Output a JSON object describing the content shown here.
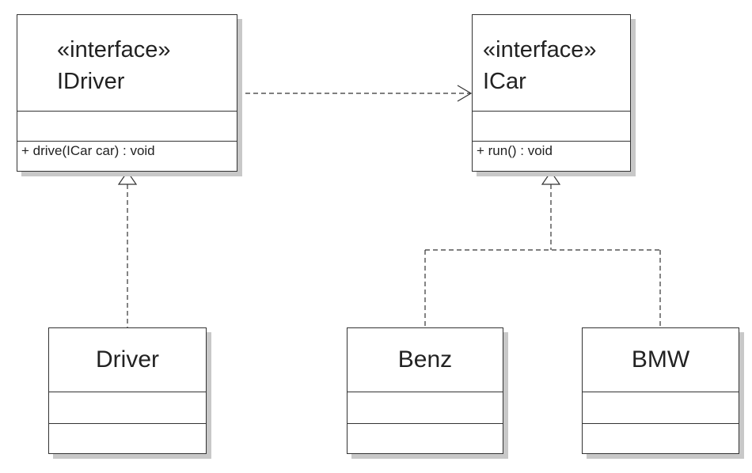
{
  "diagram": {
    "stereotype": "«interface»",
    "interfaces": [
      {
        "name": "IDriver",
        "operation": "+ drive(ICar car) : void"
      },
      {
        "name": "ICar",
        "operation": "+ run() : void"
      }
    ],
    "classes": [
      {
        "name": "Driver"
      },
      {
        "name": "Benz"
      },
      {
        "name": "BMW"
      }
    ],
    "relationships": [
      {
        "type": "dependency",
        "from": "IDriver",
        "to": "ICar"
      },
      {
        "type": "realization",
        "from": "Driver",
        "to": "IDriver"
      },
      {
        "type": "realization",
        "from": "Benz",
        "to": "ICar"
      },
      {
        "type": "realization",
        "from": "BMW",
        "to": "ICar"
      }
    ],
    "colors": {
      "line": "#333333",
      "shadow": "#c8c8c8",
      "background": "#ffffff"
    }
  }
}
